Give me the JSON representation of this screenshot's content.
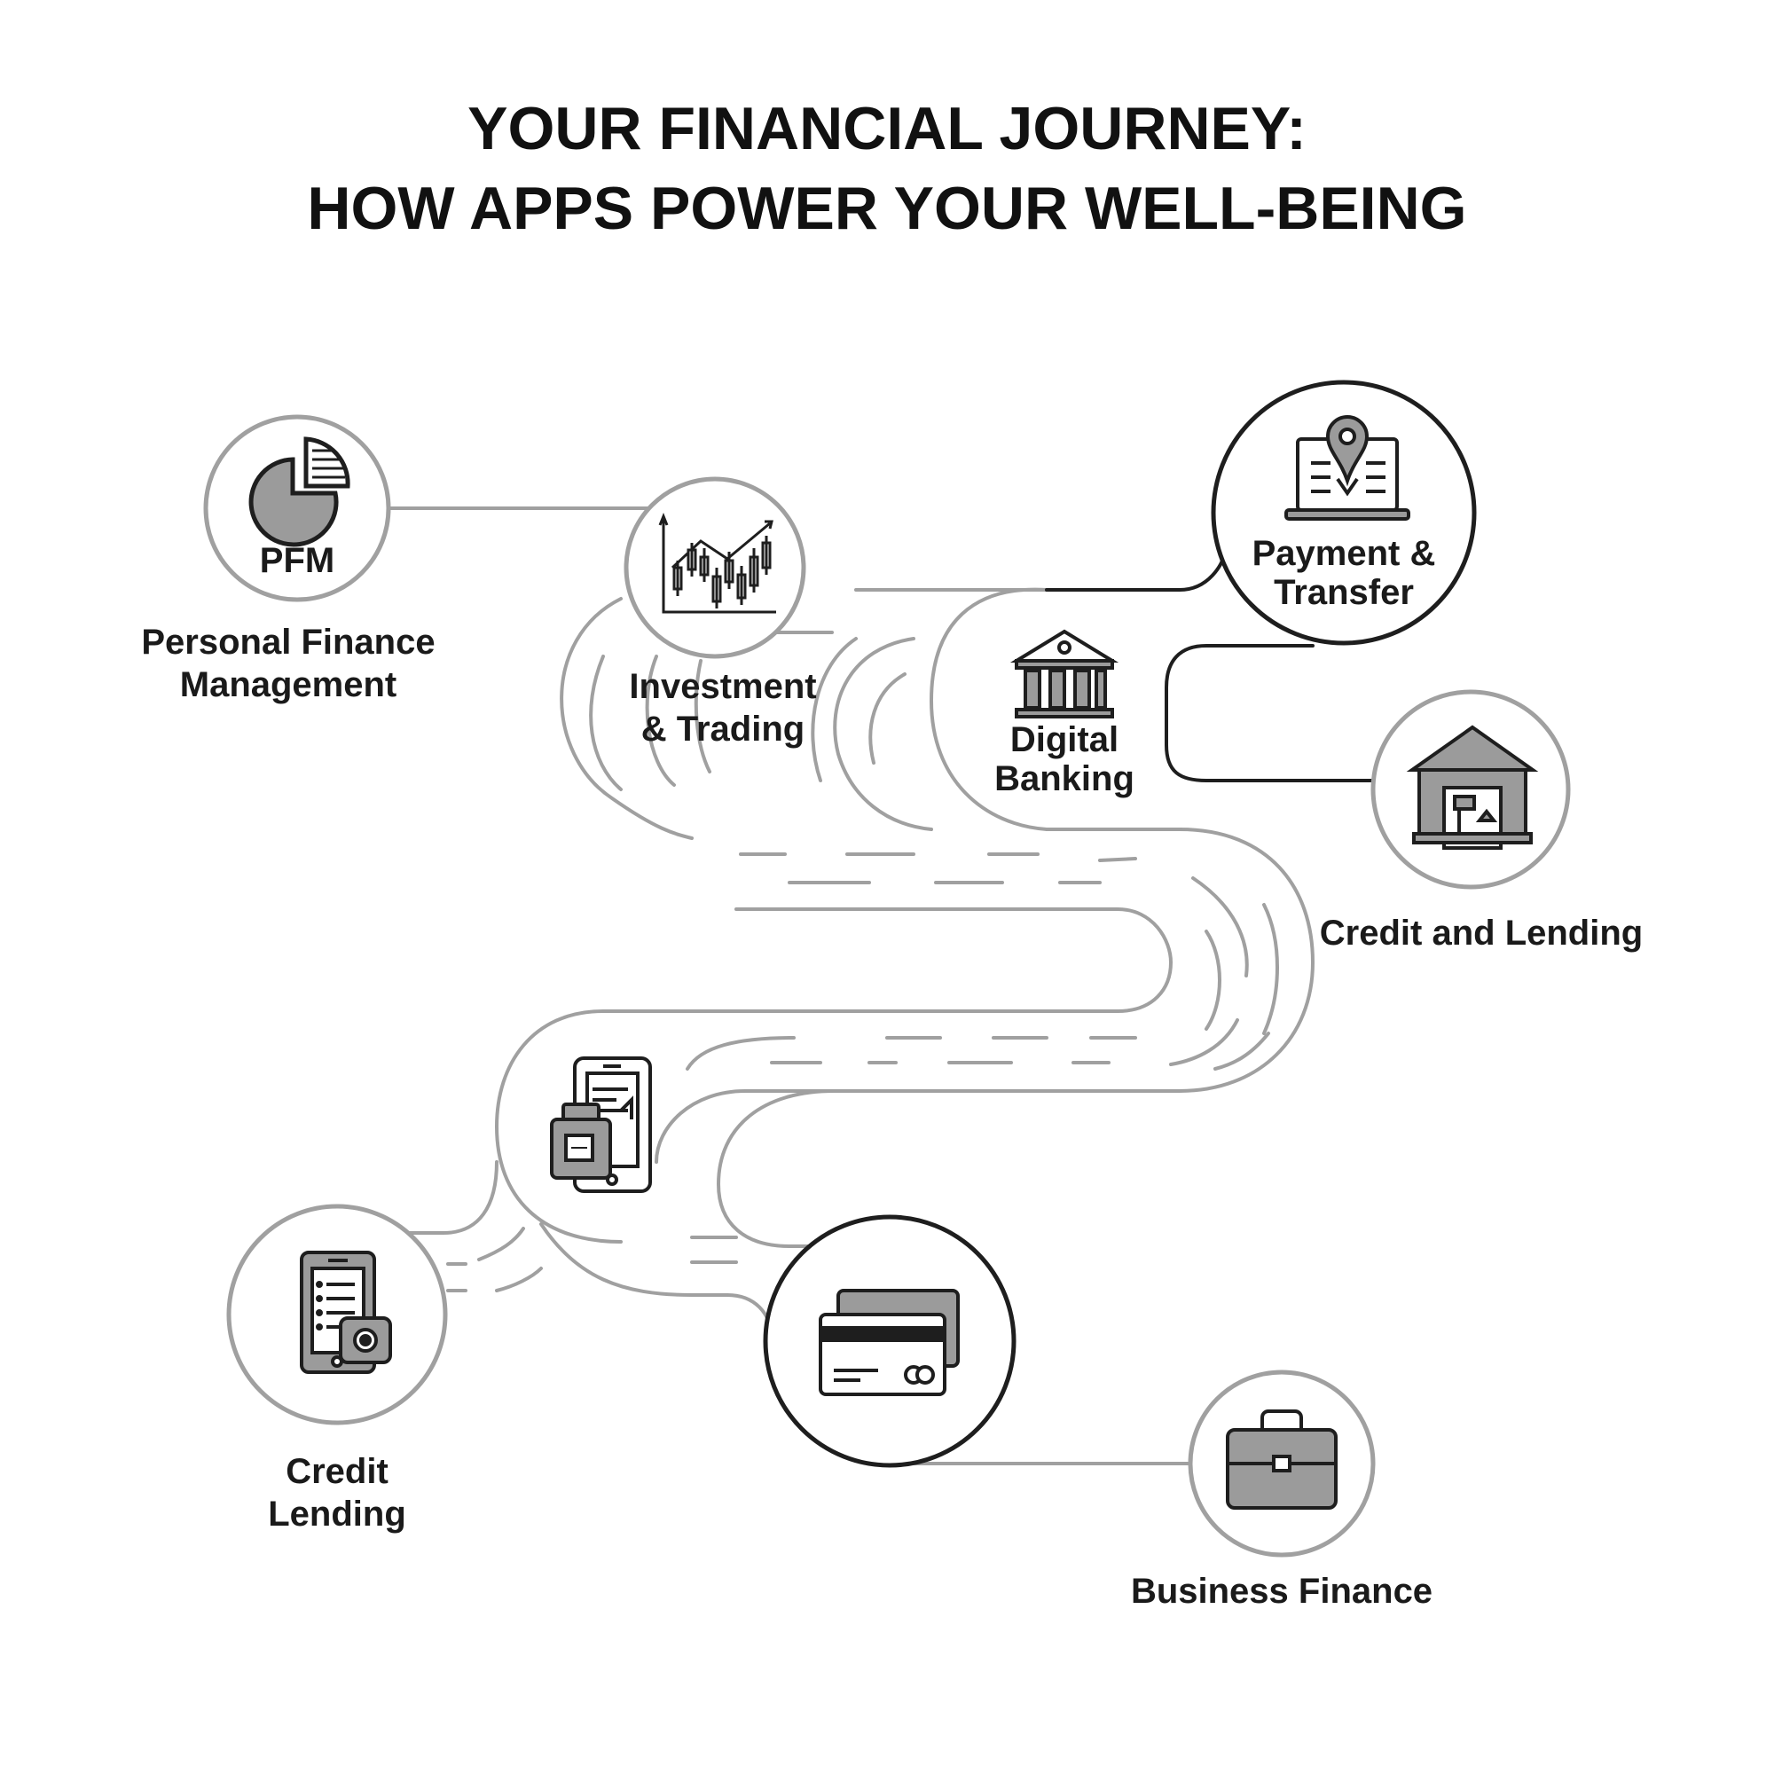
{
  "title": {
    "line1": "YOUR FINANCIAL JOURNEY:",
    "line2": "HOW APPS POWER YOUR WELL-BEING"
  },
  "nodes": {
    "pfm": {
      "circle_label": "PFM",
      "caption_line1": "Personal Finance",
      "caption_line2": "Management",
      "icon": "pie-chart-icon"
    },
    "investment": {
      "caption_line1": "Investment",
      "caption_line2": "& Trading",
      "icon": "candlestick-chart-icon"
    },
    "payment": {
      "caption_line1": "Payment &",
      "caption_line2": "Transfer",
      "icon": "location-pin-laptop-icon"
    },
    "digital_banking": {
      "caption_line1": "Digital",
      "caption_line2": "Banking",
      "icon": "bank-building-icon"
    },
    "credit_and_lending": {
      "caption": "Credit and Lending",
      "icon": "house-garage-icon"
    },
    "mobile_wallet": {
      "icon": "mobile-wallet-icon"
    },
    "credit_lending": {
      "caption_line1": "Credit",
      "caption_line2": "Lending",
      "icon": "phone-list-icon"
    },
    "cards": {
      "icon": "credit-card-icon"
    },
    "business_finance": {
      "caption": "Business Finance",
      "icon": "briefcase-icon"
    }
  },
  "colors": {
    "dark_stroke": "#1e1e1e",
    "light_stroke": "#9a9a9a",
    "icon_fill": "#9b9b9b",
    "text": "#1a1a1a"
  }
}
